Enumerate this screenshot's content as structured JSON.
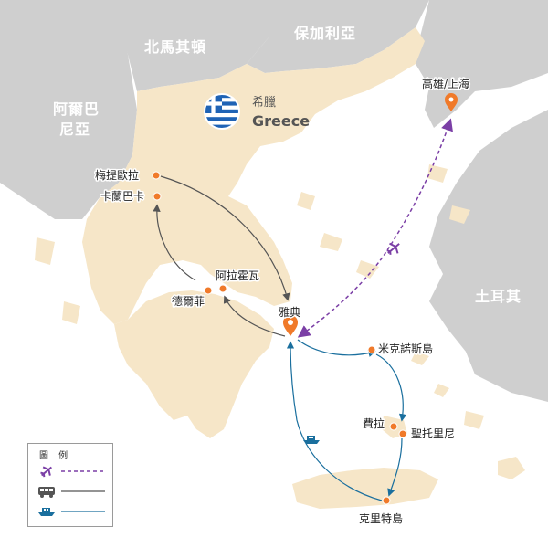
{
  "countries": {
    "north_macedonia": "北馬其頓",
    "bulgaria": "保加利亞",
    "albania_line1": "阿爾巴",
    "albania_line2": "尼亞",
    "turkey": "土耳其"
  },
  "title": {
    "name_cn": "希臘",
    "name_en": "Greece"
  },
  "cities": {
    "kaohsiung_shanghai": "高雄/上海",
    "meteora": "梅提歐拉",
    "kalambaka": "卡蘭巴卡",
    "arachova": "阿拉霍瓦",
    "delphi": "德爾菲",
    "athens": "雅典",
    "mykonos": "米克諾斯島",
    "fira": "費拉",
    "santorini": "聖托里尼",
    "crete": "克里特島"
  },
  "legend": {
    "title": "圖 例",
    "items": [
      {
        "icon": "airplane-icon",
        "line": "dashed",
        "color": "#7b3fa6"
      },
      {
        "icon": "bus-icon",
        "line": "solid",
        "color": "#555555"
      },
      {
        "icon": "ferry-icon",
        "line": "solid",
        "color": "#1a6f9e"
      }
    ]
  },
  "colors": {
    "sea": "#ffffff",
    "greece_land": "#f6e6c8",
    "neighbor_land": "#cfcfcf",
    "flight_route": "#7b3fa6",
    "bus_route": "#555555",
    "ferry_route": "#1a6f9e",
    "city_marker": "#f07a2a"
  }
}
